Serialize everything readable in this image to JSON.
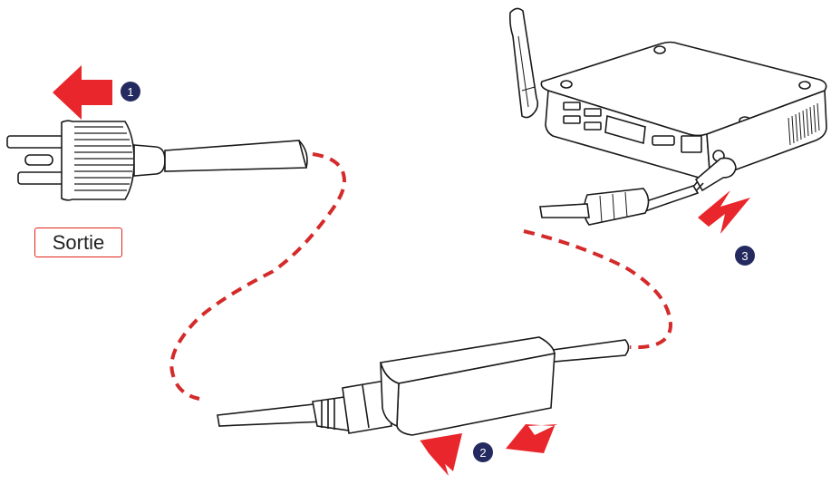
{
  "label": {
    "outlet": "Sortie"
  },
  "steps": [
    {
      "number": "1"
    },
    {
      "number": "2"
    },
    {
      "number": "3"
    }
  ],
  "colors": {
    "arrow_red": "#e8262b",
    "step_badge": "#242a5f",
    "cord_dashed": "#d42a2a",
    "outline": "#1a1a1a"
  }
}
